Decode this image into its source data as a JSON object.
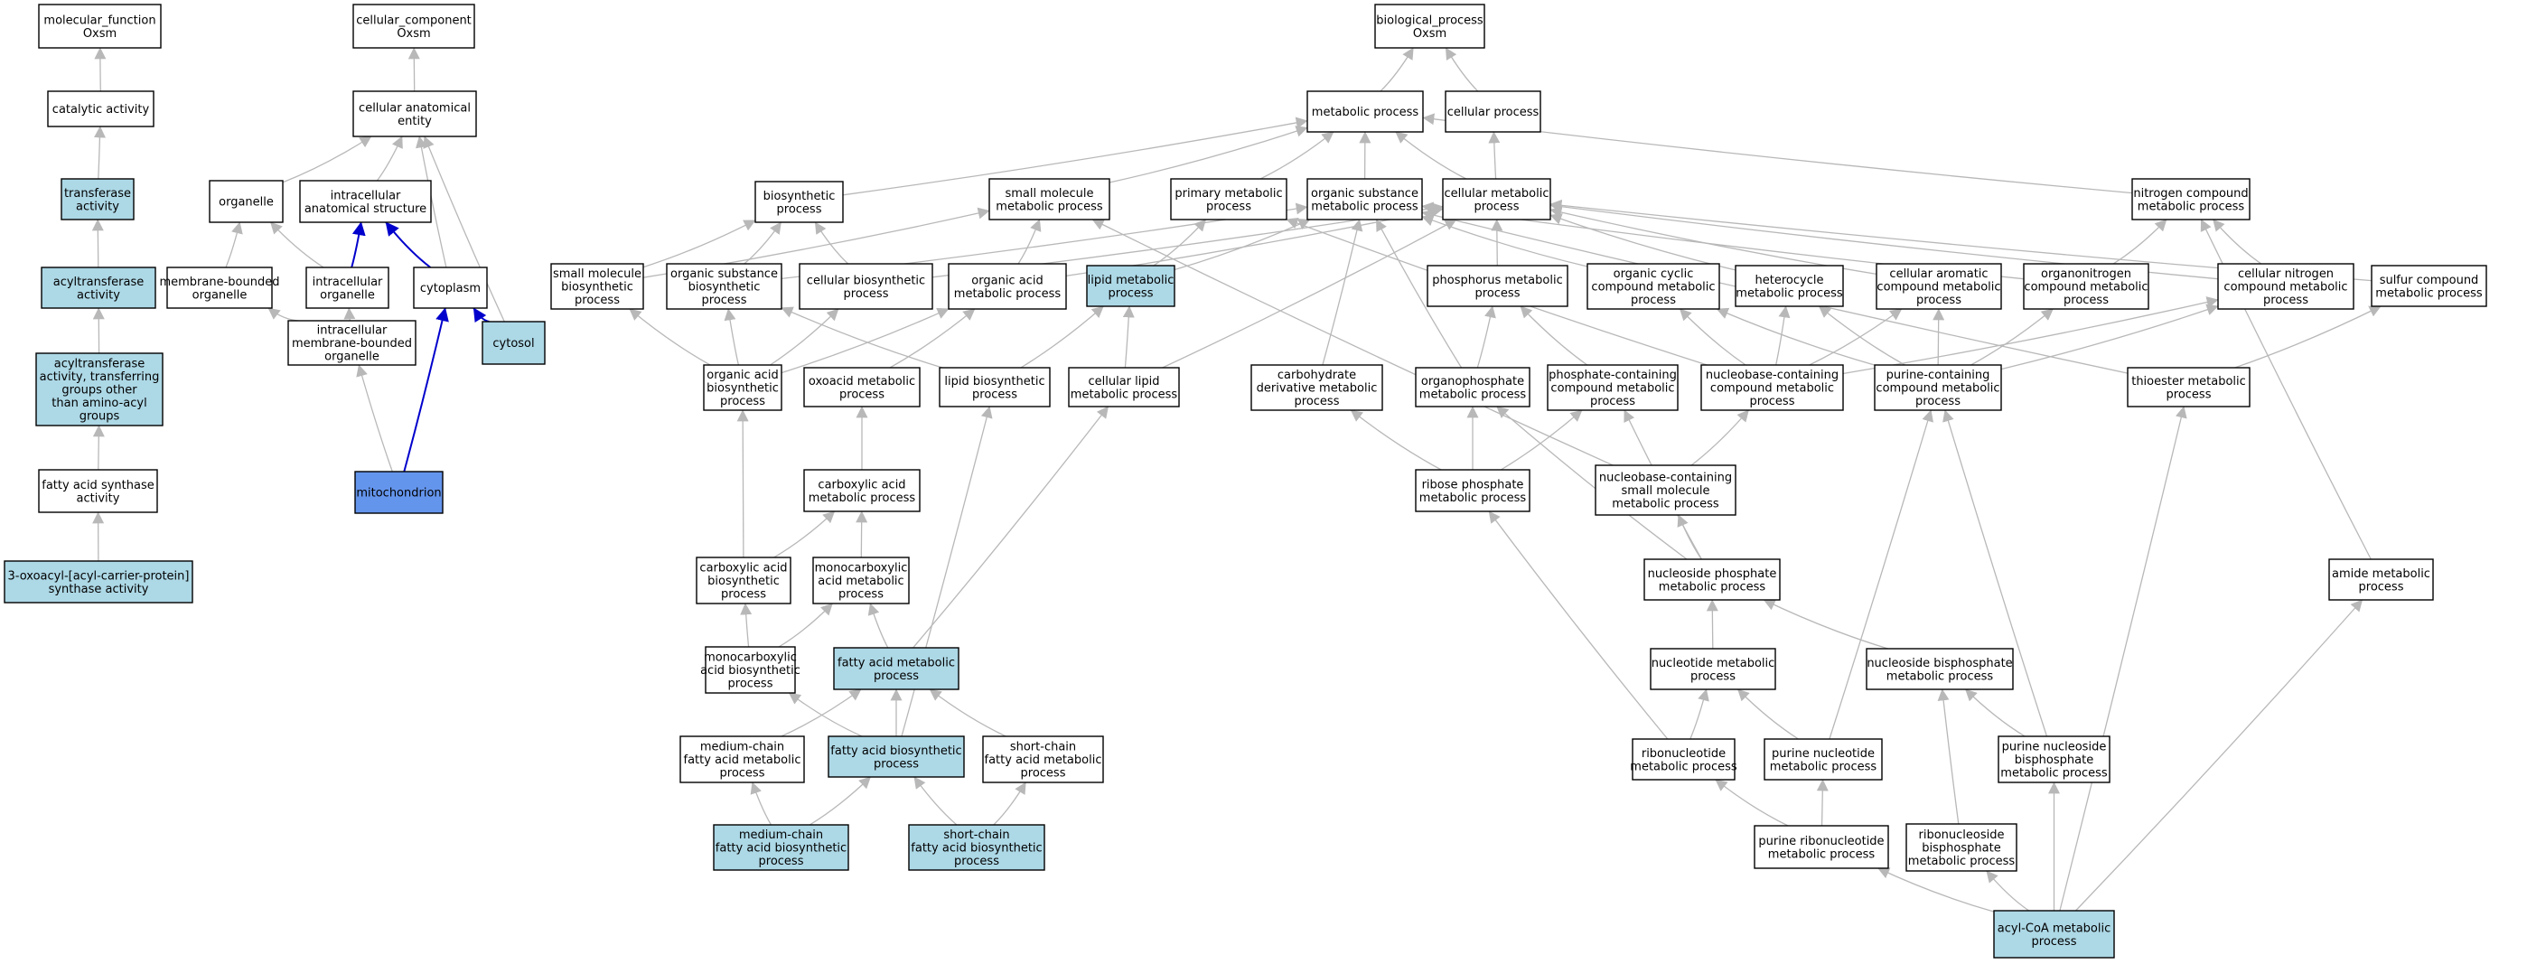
{
  "colors": {
    "node_fill": "#ffffff",
    "node_highlight": "#add8e6",
    "node_selected": "#6495ed",
    "edge_default": "#b8b8b8",
    "edge_emphasis": "#0000cc",
    "text": "#000000"
  },
  "nodes": [
    {
      "id": "mf_root",
      "lines": [
        "molecular_function",
        "Oxsm"
      ],
      "style": "plain"
    },
    {
      "id": "catalytic",
      "lines": [
        "catalytic activity"
      ],
      "style": "plain"
    },
    {
      "id": "transferase",
      "lines": [
        "transferase",
        "activity"
      ],
      "style": "highlight"
    },
    {
      "id": "acyltransferase",
      "lines": [
        "acyltransferase",
        "activity"
      ],
      "style": "highlight"
    },
    {
      "id": "acyltransferase_other",
      "lines": [
        "acyltransferase",
        "activity, transferring",
        "groups other",
        "than amino-acyl",
        "groups"
      ],
      "style": "highlight"
    },
    {
      "id": "fas_activity",
      "lines": [
        "fatty acid synthase",
        "activity"
      ],
      "style": "plain"
    },
    {
      "id": "oxoacyl",
      "lines": [
        "3-oxoacyl-[acyl-carrier-protein]",
        "synthase activity"
      ],
      "style": "highlight"
    },
    {
      "id": "cc_root",
      "lines": [
        "cellular_component",
        "Oxsm"
      ],
      "style": "plain"
    },
    {
      "id": "cae",
      "lines": [
        "cellular anatomical",
        "entity"
      ],
      "style": "plain"
    },
    {
      "id": "organelle",
      "lines": [
        "organelle"
      ],
      "style": "plain"
    },
    {
      "id": "ias",
      "lines": [
        "intracellular",
        "anatomical structure"
      ],
      "style": "plain"
    },
    {
      "id": "mbo",
      "lines": [
        "membrane-bounded",
        "organelle"
      ],
      "style": "plain"
    },
    {
      "id": "io",
      "lines": [
        "intracellular",
        "organelle"
      ],
      "style": "plain"
    },
    {
      "id": "cytoplasm",
      "lines": [
        "cytoplasm"
      ],
      "style": "plain"
    },
    {
      "id": "imbo",
      "lines": [
        "intracellular",
        "membrane-bounded",
        "organelle"
      ],
      "style": "plain"
    },
    {
      "id": "cytosol",
      "lines": [
        "cytosol"
      ],
      "style": "highlight"
    },
    {
      "id": "mito",
      "lines": [
        "mitochondrion"
      ],
      "style": "selected"
    },
    {
      "id": "bp_root",
      "lines": [
        "biological_process",
        "Oxsm"
      ],
      "style": "plain"
    },
    {
      "id": "metabolic",
      "lines": [
        "metabolic process"
      ],
      "style": "plain"
    },
    {
      "id": "cellular_process",
      "lines": [
        "cellular process"
      ],
      "style": "plain"
    },
    {
      "id": "biosynthetic",
      "lines": [
        "biosynthetic",
        "process"
      ],
      "style": "plain"
    },
    {
      "id": "smm",
      "lines": [
        "small molecule",
        "metabolic process"
      ],
      "style": "plain"
    },
    {
      "id": "primary",
      "lines": [
        "primary metabolic",
        "process"
      ],
      "style": "plain"
    },
    {
      "id": "osm",
      "lines": [
        "organic substance",
        "metabolic process"
      ],
      "style": "plain"
    },
    {
      "id": "cellmet",
      "lines": [
        "cellular metabolic",
        "process"
      ],
      "style": "plain"
    },
    {
      "id": "ncm",
      "lines": [
        "nitrogen compound",
        "metabolic process"
      ],
      "style": "plain"
    },
    {
      "id": "smb",
      "lines": [
        "small molecule",
        "biosynthetic",
        "process"
      ],
      "style": "plain"
    },
    {
      "id": "osb",
      "lines": [
        "organic substance",
        "biosynthetic",
        "process"
      ],
      "style": "plain"
    },
    {
      "id": "cbp",
      "lines": [
        "cellular biosynthetic",
        "process"
      ],
      "style": "plain"
    },
    {
      "id": "oam",
      "lines": [
        "organic acid",
        "metabolic process"
      ],
      "style": "plain"
    },
    {
      "id": "lipidmet",
      "lines": [
        "lipid metabolic",
        "process"
      ],
      "style": "highlight"
    },
    {
      "id": "phosphorus",
      "lines": [
        "phosphorus metabolic",
        "process"
      ],
      "style": "plain"
    },
    {
      "id": "occm",
      "lines": [
        "organic cyclic",
        "compound metabolic",
        "process"
      ],
      "style": "plain"
    },
    {
      "id": "hetero",
      "lines": [
        "heterocycle",
        "metabolic process"
      ],
      "style": "plain"
    },
    {
      "id": "cacm",
      "lines": [
        "cellular aromatic",
        "compound metabolic",
        "process"
      ],
      "style": "plain"
    },
    {
      "id": "oncm",
      "lines": [
        "organonitrogen",
        "compound metabolic",
        "process"
      ],
      "style": "plain"
    },
    {
      "id": "cncm",
      "lines": [
        "cellular nitrogen",
        "compound metabolic",
        "process"
      ],
      "style": "plain"
    },
    {
      "id": "sulfur",
      "lines": [
        "sulfur compound",
        "metabolic process"
      ],
      "style": "plain"
    },
    {
      "id": "oab",
      "lines": [
        "organic acid",
        "biosynthetic",
        "process"
      ],
      "style": "plain"
    },
    {
      "id": "oxoacid",
      "lines": [
        "oxoacid metabolic",
        "process"
      ],
      "style": "plain"
    },
    {
      "id": "lipidbio",
      "lines": [
        "lipid biosynthetic",
        "process"
      ],
      "style": "plain"
    },
    {
      "id": "cellipid",
      "lines": [
        "cellular lipid",
        "metabolic process"
      ],
      "style": "plain"
    },
    {
      "id": "carbder",
      "lines": [
        "carbohydrate",
        "derivative metabolic",
        "process"
      ],
      "style": "plain"
    },
    {
      "id": "orgphos",
      "lines": [
        "organophosphate",
        "metabolic process"
      ],
      "style": "plain"
    },
    {
      "id": "pccm",
      "lines": [
        "phosphate-containing",
        "compound metabolic",
        "process"
      ],
      "style": "plain"
    },
    {
      "id": "nbccm",
      "lines": [
        "nucleobase-containing",
        "compound metabolic",
        "process"
      ],
      "style": "plain"
    },
    {
      "id": "pucm",
      "lines": [
        "purine-containing",
        "compound metabolic",
        "process"
      ],
      "style": "plain"
    },
    {
      "id": "thioester",
      "lines": [
        "thioester metabolic",
        "process"
      ],
      "style": "plain"
    },
    {
      "id": "carbacid",
      "lines": [
        "carboxylic acid",
        "metabolic process"
      ],
      "style": "plain"
    },
    {
      "id": "ribphos",
      "lines": [
        "ribose phosphate",
        "metabolic process"
      ],
      "style": "plain"
    },
    {
      "id": "nbcsmm",
      "lines": [
        "nucleobase-containing",
        "small molecule",
        "metabolic process"
      ],
      "style": "plain"
    },
    {
      "id": "cab",
      "lines": [
        "carboxylic acid",
        "biosynthetic",
        "process"
      ],
      "style": "plain"
    },
    {
      "id": "mcam",
      "lines": [
        "monocarboxylic",
        "acid metabolic",
        "process"
      ],
      "style": "plain"
    },
    {
      "id": "nsphos",
      "lines": [
        "nucleoside phosphate",
        "metabolic process"
      ],
      "style": "plain"
    },
    {
      "id": "amide",
      "lines": [
        "amide metabolic",
        "process"
      ],
      "style": "plain"
    },
    {
      "id": "mcab",
      "lines": [
        "monocarboxylic",
        "acid biosynthetic",
        "process"
      ],
      "style": "plain"
    },
    {
      "id": "fam",
      "lines": [
        "fatty acid metabolic",
        "process"
      ],
      "style": "highlight"
    },
    {
      "id": "nucmet",
      "lines": [
        "nucleotide metabolic",
        "process"
      ],
      "style": "plain"
    },
    {
      "id": "nbpm",
      "lines": [
        "nucleoside bisphosphate",
        "metabolic process"
      ],
      "style": "plain"
    },
    {
      "id": "mcfam",
      "lines": [
        "medium-chain",
        "fatty acid metabolic",
        "process"
      ],
      "style": "plain"
    },
    {
      "id": "fab",
      "lines": [
        "fatty acid biosynthetic",
        "process"
      ],
      "style": "highlight"
    },
    {
      "id": "scfam",
      "lines": [
        "short-chain",
        "fatty acid metabolic",
        "process"
      ],
      "style": "plain"
    },
    {
      "id": "ribnuc",
      "lines": [
        "ribonucleotide",
        "metabolic process"
      ],
      "style": "plain"
    },
    {
      "id": "purnuc",
      "lines": [
        "purine nucleotide",
        "metabolic process"
      ],
      "style": "plain"
    },
    {
      "id": "pnbpm",
      "lines": [
        "purine nucleoside",
        "bisphosphate",
        "metabolic process"
      ],
      "style": "plain"
    },
    {
      "id": "mcfab",
      "lines": [
        "medium-chain",
        "fatty acid biosynthetic",
        "process"
      ],
      "style": "highlight"
    },
    {
      "id": "scfab",
      "lines": [
        "short-chain",
        "fatty acid biosynthetic",
        "process"
      ],
      "style": "highlight"
    },
    {
      "id": "prnm",
      "lines": [
        "purine ribonucleotide",
        "metabolic process"
      ],
      "style": "plain"
    },
    {
      "id": "rnbpm",
      "lines": [
        "ribonucleoside",
        "bisphosphate",
        "metabolic process"
      ],
      "style": "plain"
    },
    {
      "id": "acylcoa",
      "lines": [
        "acyl-CoA metabolic",
        "process"
      ],
      "style": "highlight"
    }
  ],
  "edges": [
    [
      "catalytic",
      "mf_root"
    ],
    [
      "transferase",
      "catalytic"
    ],
    [
      "acyltransferase",
      "transferase"
    ],
    [
      "acyltransferase_other",
      "acyltransferase"
    ],
    [
      "fas_activity",
      "acyltransferase_other"
    ],
    [
      "oxoacyl",
      "fas_activity"
    ],
    [
      "cae",
      "cc_root"
    ],
    [
      "organelle",
      "cae"
    ],
    [
      "ias",
      "cae"
    ],
    [
      "cytoplasm",
      "cae"
    ],
    [
      "cytosol",
      "cae"
    ],
    [
      "mbo",
      "organelle"
    ],
    [
      "io",
      "organelle"
    ],
    [
      "io",
      "ias",
      "emph"
    ],
    [
      "cytoplasm",
      "ias",
      "emph"
    ],
    [
      "imbo",
      "mbo"
    ],
    [
      "imbo",
      "io"
    ],
    [
      "mito",
      "imbo"
    ],
    [
      "mito",
      "cytoplasm",
      "emph"
    ],
    [
      "cytosol",
      "cytoplasm",
      "emph"
    ],
    [
      "metabolic",
      "bp_root"
    ],
    [
      "cellular_process",
      "bp_root"
    ],
    [
      "biosynthetic",
      "metabolic"
    ],
    [
      "smm",
      "metabolic"
    ],
    [
      "primary",
      "metabolic"
    ],
    [
      "osm",
      "metabolic"
    ],
    [
      "cellmet",
      "metabolic"
    ],
    [
      "cellmet",
      "cellular_process"
    ],
    [
      "ncm",
      "metabolic"
    ],
    [
      "smb",
      "biosynthetic"
    ],
    [
      "smb",
      "smm"
    ],
    [
      "osb",
      "biosynthetic"
    ],
    [
      "osb",
      "osm"
    ],
    [
      "cbp",
      "biosynthetic"
    ],
    [
      "cbp",
      "cellmet"
    ],
    [
      "oam",
      "smm"
    ],
    [
      "oam",
      "cellmet"
    ],
    [
      "lipidmet",
      "primary"
    ],
    [
      "lipidmet",
      "osm"
    ],
    [
      "phosphorus",
      "cellmet"
    ],
    [
      "occm",
      "osm"
    ],
    [
      "hetero",
      "cellmet"
    ],
    [
      "cacm",
      "cellmet"
    ],
    [
      "oncm",
      "ncm"
    ],
    [
      "oncm",
      "osm"
    ],
    [
      "cncm",
      "ncm"
    ],
    [
      "cncm",
      "cellmet"
    ],
    [
      "sulfur",
      "cellmet"
    ],
    [
      "oab",
      "smb"
    ],
    [
      "oab",
      "osb"
    ],
    [
      "oab",
      "cbp"
    ],
    [
      "oab",
      "oam"
    ],
    [
      "oxoacid",
      "oam"
    ],
    [
      "lipidbio",
      "osb"
    ],
    [
      "lipidbio",
      "lipidmet"
    ],
    [
      "cellipid",
      "lipidmet"
    ],
    [
      "cellipid",
      "cellmet"
    ],
    [
      "carbder",
      "osm"
    ],
    [
      "orgphos",
      "phosphorus"
    ],
    [
      "orgphos",
      "osm"
    ],
    [
      "pccm",
      "phosphorus"
    ],
    [
      "nbccm",
      "occm"
    ],
    [
      "nbccm",
      "hetero"
    ],
    [
      "nbccm",
      "cacm"
    ],
    [
      "nbccm",
      "cncm"
    ],
    [
      "nbccm",
      "primary"
    ],
    [
      "pucm",
      "occm"
    ],
    [
      "pucm",
      "hetero"
    ],
    [
      "pucm",
      "cacm"
    ],
    [
      "pucm",
      "oncm"
    ],
    [
      "pucm",
      "cncm"
    ],
    [
      "thioester",
      "sulfur"
    ],
    [
      "thioester",
      "osm"
    ],
    [
      "carbacid",
      "oxoacid"
    ],
    [
      "ribphos",
      "carbder"
    ],
    [
      "ribphos",
      "orgphos"
    ],
    [
      "ribphos",
      "pccm"
    ],
    [
      "nbcsmm",
      "nbccm"
    ],
    [
      "nbcsmm",
      "smm"
    ],
    [
      "cab",
      "oab"
    ],
    [
      "cab",
      "carbacid"
    ],
    [
      "mcam",
      "carbacid"
    ],
    [
      "nsphos",
      "orgphos"
    ],
    [
      "nsphos",
      "pccm"
    ],
    [
      "nsphos",
      "nbcsmm"
    ],
    [
      "amide",
      "ncm"
    ],
    [
      "mcab",
      "cab"
    ],
    [
      "mcab",
      "mcam"
    ],
    [
      "fam",
      "mcam"
    ],
    [
      "fam",
      "cellipid"
    ],
    [
      "nucmet",
      "nsphos"
    ],
    [
      "nbpm",
      "nsphos"
    ],
    [
      "mcfam",
      "fam"
    ],
    [
      "fab",
      "mcab"
    ],
    [
      "fab",
      "fam"
    ],
    [
      "fab",
      "lipidbio"
    ],
    [
      "scfam",
      "fam"
    ],
    [
      "ribnuc",
      "nucmet"
    ],
    [
      "ribnuc",
      "ribphos"
    ],
    [
      "purnuc",
      "nucmet"
    ],
    [
      "purnuc",
      "pucm"
    ],
    [
      "pnbpm",
      "nbpm"
    ],
    [
      "pnbpm",
      "pucm"
    ],
    [
      "mcfab",
      "mcfam"
    ],
    [
      "mcfab",
      "fab"
    ],
    [
      "scfab",
      "fab"
    ],
    [
      "scfab",
      "scfam"
    ],
    [
      "prnm",
      "ribnuc"
    ],
    [
      "prnm",
      "purnuc"
    ],
    [
      "rnbpm",
      "nbpm"
    ],
    [
      "acylcoa",
      "prnm"
    ],
    [
      "acylcoa",
      "rnbpm"
    ],
    [
      "acylcoa",
      "pnbpm"
    ],
    [
      "acylcoa",
      "thioester"
    ],
    [
      "acylcoa",
      "amide"
    ]
  ]
}
